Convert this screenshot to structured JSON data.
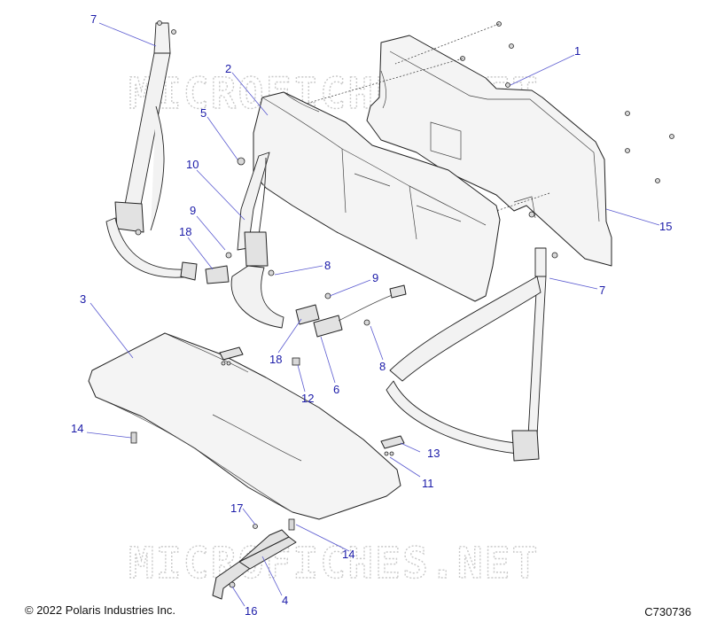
{
  "watermark": "MICROFICHES.NET",
  "footer": {
    "copyright": "© 2022 Polaris Industries Inc.",
    "figure_id": "C730736"
  },
  "callouts": [
    "1",
    "2",
    "3",
    "4",
    "5",
    "6",
    "7",
    "7",
    "8",
    "8",
    "9",
    "9",
    "10",
    "11",
    "12",
    "13",
    "14",
    "14",
    "15",
    "16",
    "17",
    "18",
    "18"
  ],
  "colors": {
    "callout": "#1a1aa8",
    "line": "#222222",
    "watermark": "#c9c9c9"
  }
}
